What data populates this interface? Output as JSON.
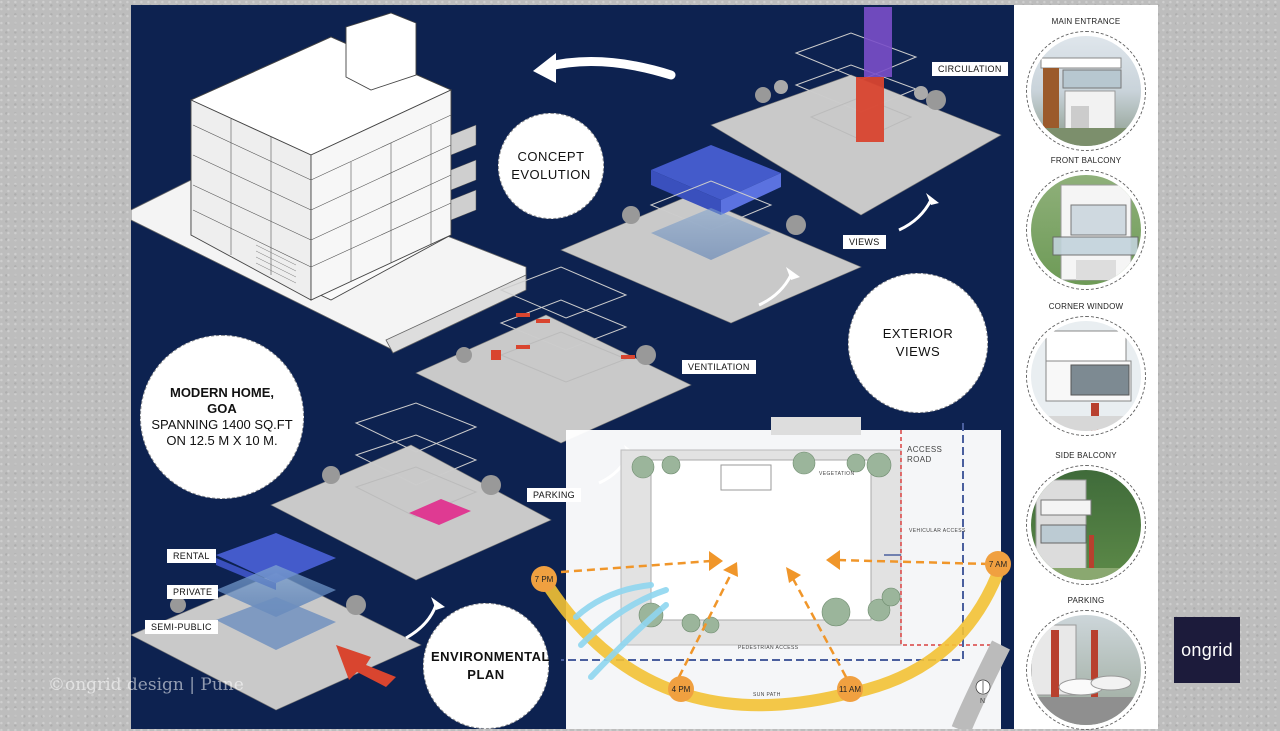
{
  "board": {
    "bubbles": {
      "concept_evolution": "CONCEPT EVOLUTION",
      "exterior_views": "EXTERIOR VIEWS",
      "environmental_plan": "ENVIRONMENTAL PLAN"
    },
    "project": {
      "title_line1": "MODERN HOME,",
      "title_line2": "GOA",
      "detail_line1": "SPANNING 1400 SQ.FT",
      "detail_line2": "ON 12.5 M X 10 M."
    },
    "stage_tags": {
      "circulation": "CIRCULATION",
      "views": "VIEWS",
      "ventilation": "VENTILATION",
      "parking": "PARKING",
      "rental": "RENTAL",
      "private": "PRIVATE",
      "semi_public": "SEMI-PUBLIC"
    },
    "site_plan": {
      "access_road": "ACCESS ROAD",
      "vegetation": "VEGETATION",
      "vehicular_access": "VEHICULAR ACCESS",
      "pedestrian_access": "PEDESTRIAN ACCESS",
      "sun_path": "SUN PATH",
      "north": "N",
      "sun_times": [
        "7 PM",
        "4 PM",
        "11 AM",
        "7 AM"
      ]
    },
    "colors": {
      "board_bg": "#0d2250",
      "rental_blue": "#4a62d8",
      "circulation_purple": "#7a4fc9",
      "circulation_red": "#d9452f",
      "parking_pink": "#e0338f",
      "sun_orange": "#f0a040",
      "sun_path_yellow": "#f3c234"
    }
  },
  "sidebar": {
    "items": [
      {
        "label": "MAIN ENTRANCE"
      },
      {
        "label": "FRONT BALCONY"
      },
      {
        "label": "CORNER WINDOW"
      },
      {
        "label": "SIDE BALCONY"
      },
      {
        "label": "PARKING"
      }
    ]
  },
  "branding": {
    "logo": "ongrid",
    "watermark": "©ongrid design | Pune"
  }
}
